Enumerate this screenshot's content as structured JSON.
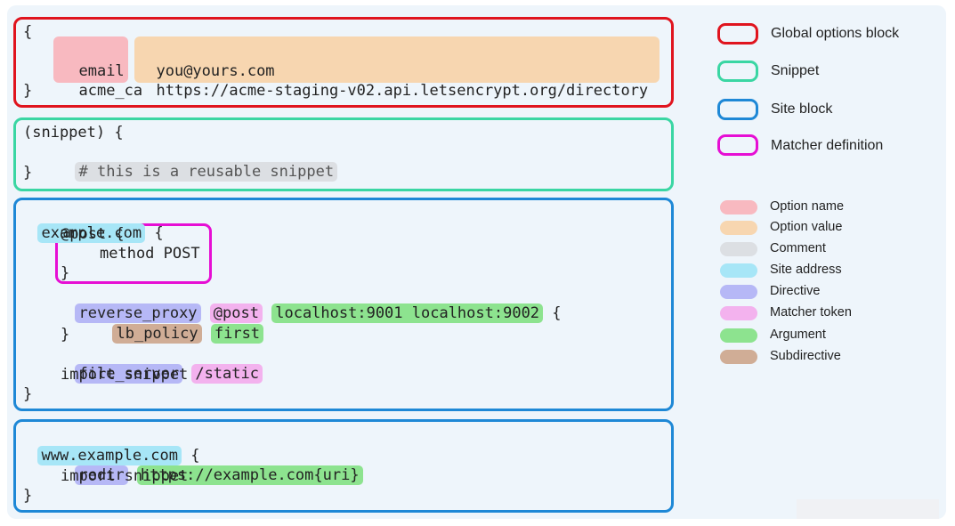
{
  "colors": {
    "global_border": "#e0141e",
    "snippet_border": "#3ad6a3",
    "site_border": "#1e88d6",
    "matcher_border": "#e60ed4",
    "option_name": "#f8b9c0",
    "option_value": "#f7d6b0",
    "comment": "#dcdfe3",
    "site_address": "#a7e6f7",
    "directive": "#b6b8f6",
    "matcher_token": "#f3b2ee",
    "argument": "#8de38f",
    "subdirective": "#d0ad96"
  },
  "global": {
    "open": "{",
    "opt1_name": "email",
    "opt1_value": "you@yours.com",
    "opt2_name": "acme_ca",
    "opt2_value": "https://acme-staging-v02.api.letsencrypt.org/directory",
    "close": "}"
  },
  "snippet": {
    "header": "(snippet) {",
    "comment": "# this is a reusable snippet",
    "close": "}"
  },
  "site1": {
    "address": "example.com",
    "brace": " {",
    "matcher_header": "@post {",
    "matcher_body": "method POST",
    "matcher_close": "}",
    "directive1": "reverse_proxy",
    "matcher_token": "@post",
    "arg1": "localhost:9001 localhost:9002",
    "brace2": " {",
    "subdirective": "lb_policy",
    "subarg": "first",
    "inner_close": "}",
    "directive2": "file_server",
    "static_token": "/static",
    "import": "import snippet",
    "close": "}"
  },
  "site2": {
    "address": "www.example.com",
    "brace": " {",
    "directive": "redir",
    "arg": "https://example.com{uri}",
    "import": "import snippet",
    "close": "}"
  },
  "legend_blocks": [
    "Global options block",
    "Snippet",
    "Site block",
    "Matcher definition"
  ],
  "legend_tokens": [
    "Option name",
    "Option value",
    "Comment",
    "Site address",
    "Directive",
    "Matcher token",
    "Argument",
    "Subdirective"
  ]
}
